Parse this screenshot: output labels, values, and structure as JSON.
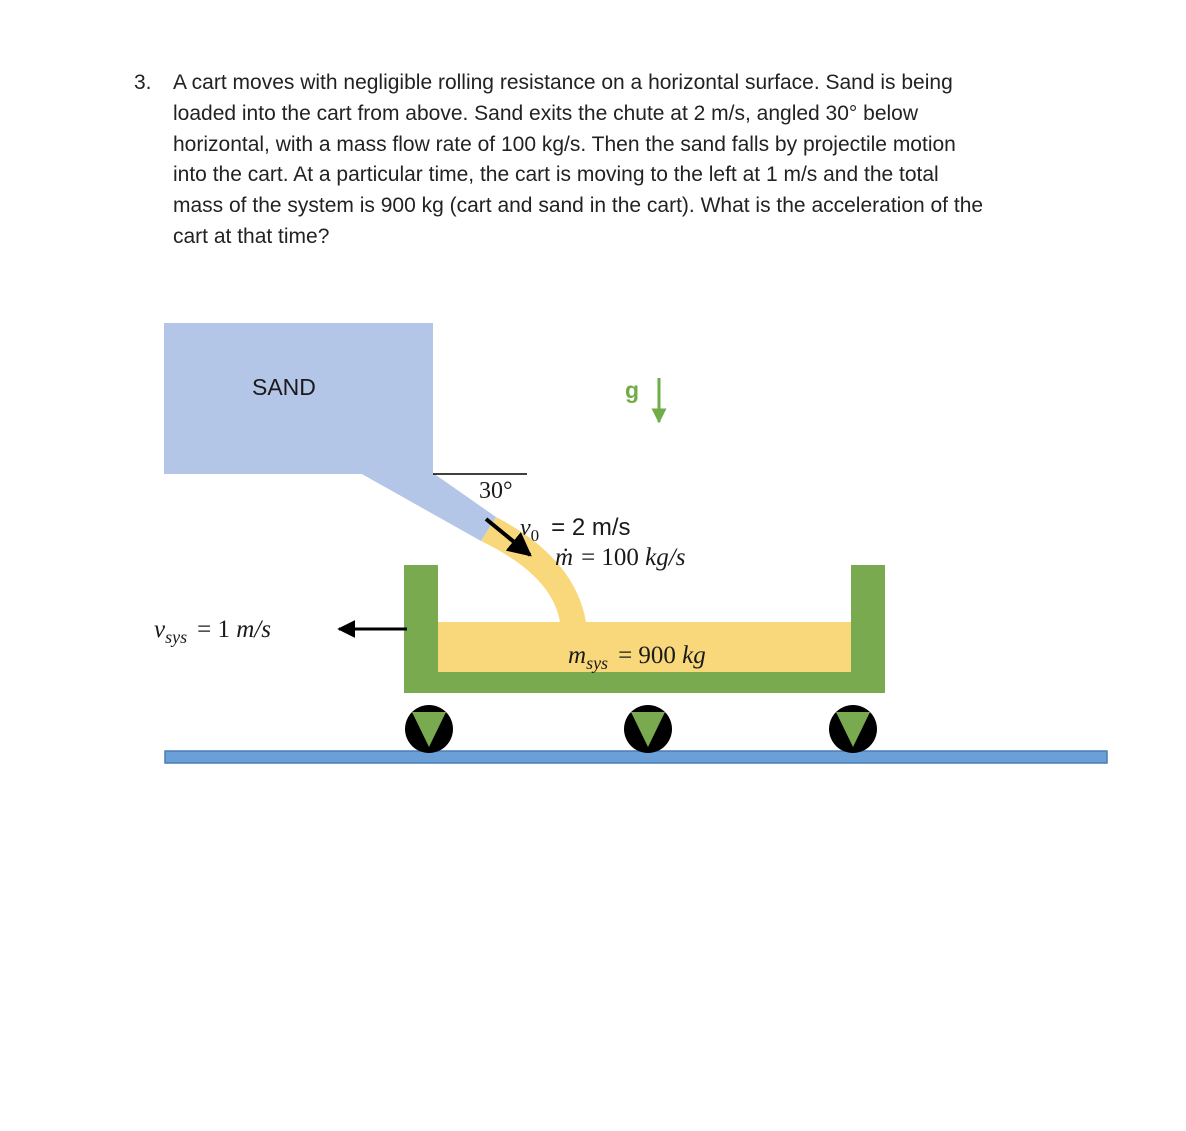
{
  "problem": {
    "number": "3.",
    "lines": [
      "A cart moves with negligible rolling resistance on a horizontal surface.  Sand is being",
      "loaded into the cart from above.  Sand exits the chute at 2 m/s, angled 30° below",
      "horizontal, with a mass flow rate of 100 kg/s. Then the sand falls by projectile motion",
      "into the cart.  At a particular time, the cart is moving to the left at 1 m/s and the total",
      "mass of the system is 900 kg (cart and sand in the cart).  What is the acceleration of the",
      "cart at that time?"
    ]
  },
  "figure": {
    "hopper_label": "SAND",
    "gravity_label": "g",
    "angle_label": "30°",
    "v0": {
      "symbol": "v",
      "subscript": "0",
      "equals": "= 2 m/s"
    },
    "mdot": {
      "symbol": "ṁ",
      "equals": "= 100 ",
      "unit": "kg/s"
    },
    "vsys": {
      "symbol": "v",
      "subscript": "sys",
      "equals": "= 1 ",
      "unit": "m/s"
    },
    "msys": {
      "symbol": "m",
      "subscript": "sys",
      "equals": "= 900 ",
      "unit": "kg"
    },
    "colors": {
      "hopper": "#b4c6e7",
      "sand": "#f8d87a",
      "cart": "#7aaa50",
      "gravity": "#70ad47",
      "ground": "#6a9fd8",
      "ground_edge": "#4a7cb4",
      "wheel": "#000000"
    }
  }
}
